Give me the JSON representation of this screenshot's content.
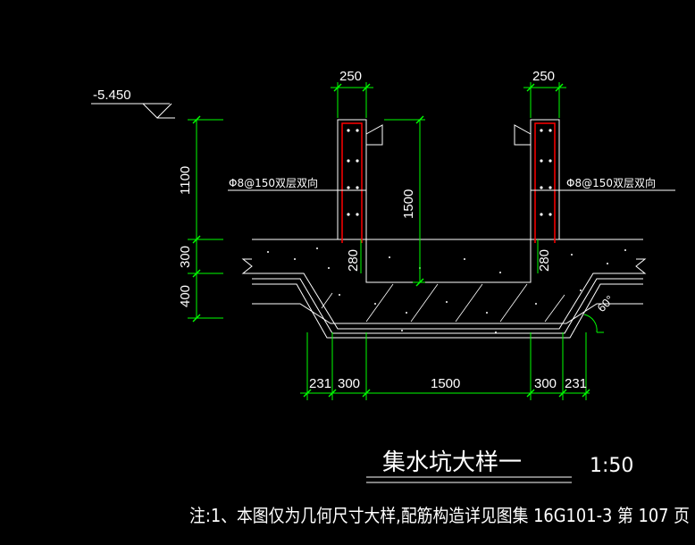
{
  "drawing": {
    "elevation": "-5.450",
    "dims": {
      "wall_width_left": "250",
      "wall_width_right": "250",
      "height_wall": "1100",
      "height_slab": "300",
      "height_bottom": "400",
      "pit_depth": "1500",
      "slab_thickness_left": "280",
      "slab_thickness_right": "280",
      "bottom_left_outer": "231",
      "bottom_left_wall": "300",
      "bottom_center": "1500",
      "bottom_right_wall": "300",
      "bottom_right_outer": "231",
      "angle": "60°"
    },
    "rebar_left": "Φ8@150双层双向",
    "rebar_right": "Φ8@150双层双向",
    "title": "集水坑大样一",
    "scale": "1:50",
    "note": "注:1、本图仅为几何尺寸大样,配筋构造详见图集 16G101-3 第 107 页"
  },
  "colors": {
    "dim": "#00ff00",
    "rebar": "#ff0000",
    "outline": "#ffffff",
    "hatch": "#ffffff"
  }
}
